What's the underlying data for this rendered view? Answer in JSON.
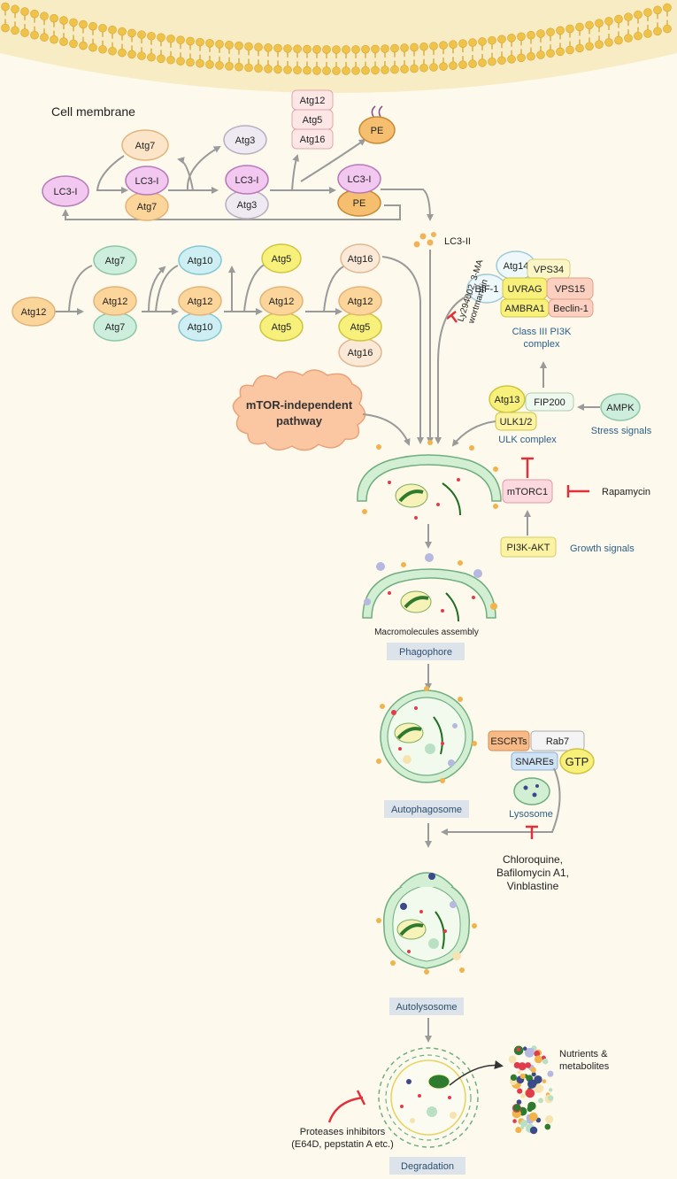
{
  "membrane_label": "Cell membrane",
  "conjugation_lc3": {
    "lc3_i": "LC3-I",
    "atg7": "Atg7",
    "atg3": "Atg3",
    "atg12": "Atg12",
    "atg5": "Atg5",
    "atg16": "Atg16",
    "pe": "PE",
    "lc3_ii": "LC3-II"
  },
  "conjugation_atg12": {
    "atg12": "Atg12",
    "atg7": "Atg7",
    "atg10": "Atg10",
    "atg5": "Atg5",
    "atg16": "Atg16"
  },
  "pi3k_complex": {
    "atg14": "Atg14",
    "vps34": "VPS34",
    "bif1": "BIF-1",
    "uvrag": "UVRAG",
    "vps15": "VPS15",
    "ambra1": "AMBRA1",
    "beclin1": "Beclin-1",
    "label_line1": "Class III PI3K",
    "label_line2": "complex",
    "inhibitor_line1": "Ly294002, 3-MA",
    "inhibitor_line2": "wortmannin"
  },
  "ulk_complex": {
    "atg13": "Atg13",
    "fip200": "FIP200",
    "ulk": "ULK1/2",
    "label": "ULK complex",
    "ampk": "AMPK",
    "stress": "Stress signals"
  },
  "mtor": {
    "mtorc1": "mTORC1",
    "rapamycin": "Rapamycin",
    "pi3k_akt": "PI3K-AKT",
    "growth": "Growth signals",
    "independent_line1": "mTOR-independent",
    "independent_line2": "pathway"
  },
  "stages": {
    "macromolecules": "Macromolecules assembly",
    "phagophore": "Phagophore",
    "autophagosome": "Autophagosome",
    "autolysosome": "Autolysosome",
    "degradation": "Degradation"
  },
  "fusion": {
    "escrts": "ESCRTs",
    "rab7": "Rab7",
    "snares": "SNAREs",
    "gtp": "GTP",
    "lysosome": "Lysosome",
    "inhibitors_line1": "Chloroquine,",
    "inhibitors_line2": "Bafilomycin A1,",
    "inhibitors_line3": "Vinblastine"
  },
  "degradation": {
    "protease_line1": "Proteases inhibitors",
    "protease_line2": "(E64D, pepstatin A etc.)",
    "nutrients_line1": "Nutrients &",
    "nutrients_line2": "metabolites"
  },
  "colors": {
    "membrane_head": "#efc24a",
    "lc3_pink": "#f2c7f0",
    "atg7_green": "#cdeedd",
    "atg10_blue": "#cdeff4",
    "atg5_yellow": "#f7f07a",
    "peach": "#fbe4c8",
    "orange_pe": "#f5bf6f",
    "vesicle_green": "#d3efd3",
    "inhibit_red": "#e2303a",
    "mtor_cloud": "#fbc7a3"
  }
}
